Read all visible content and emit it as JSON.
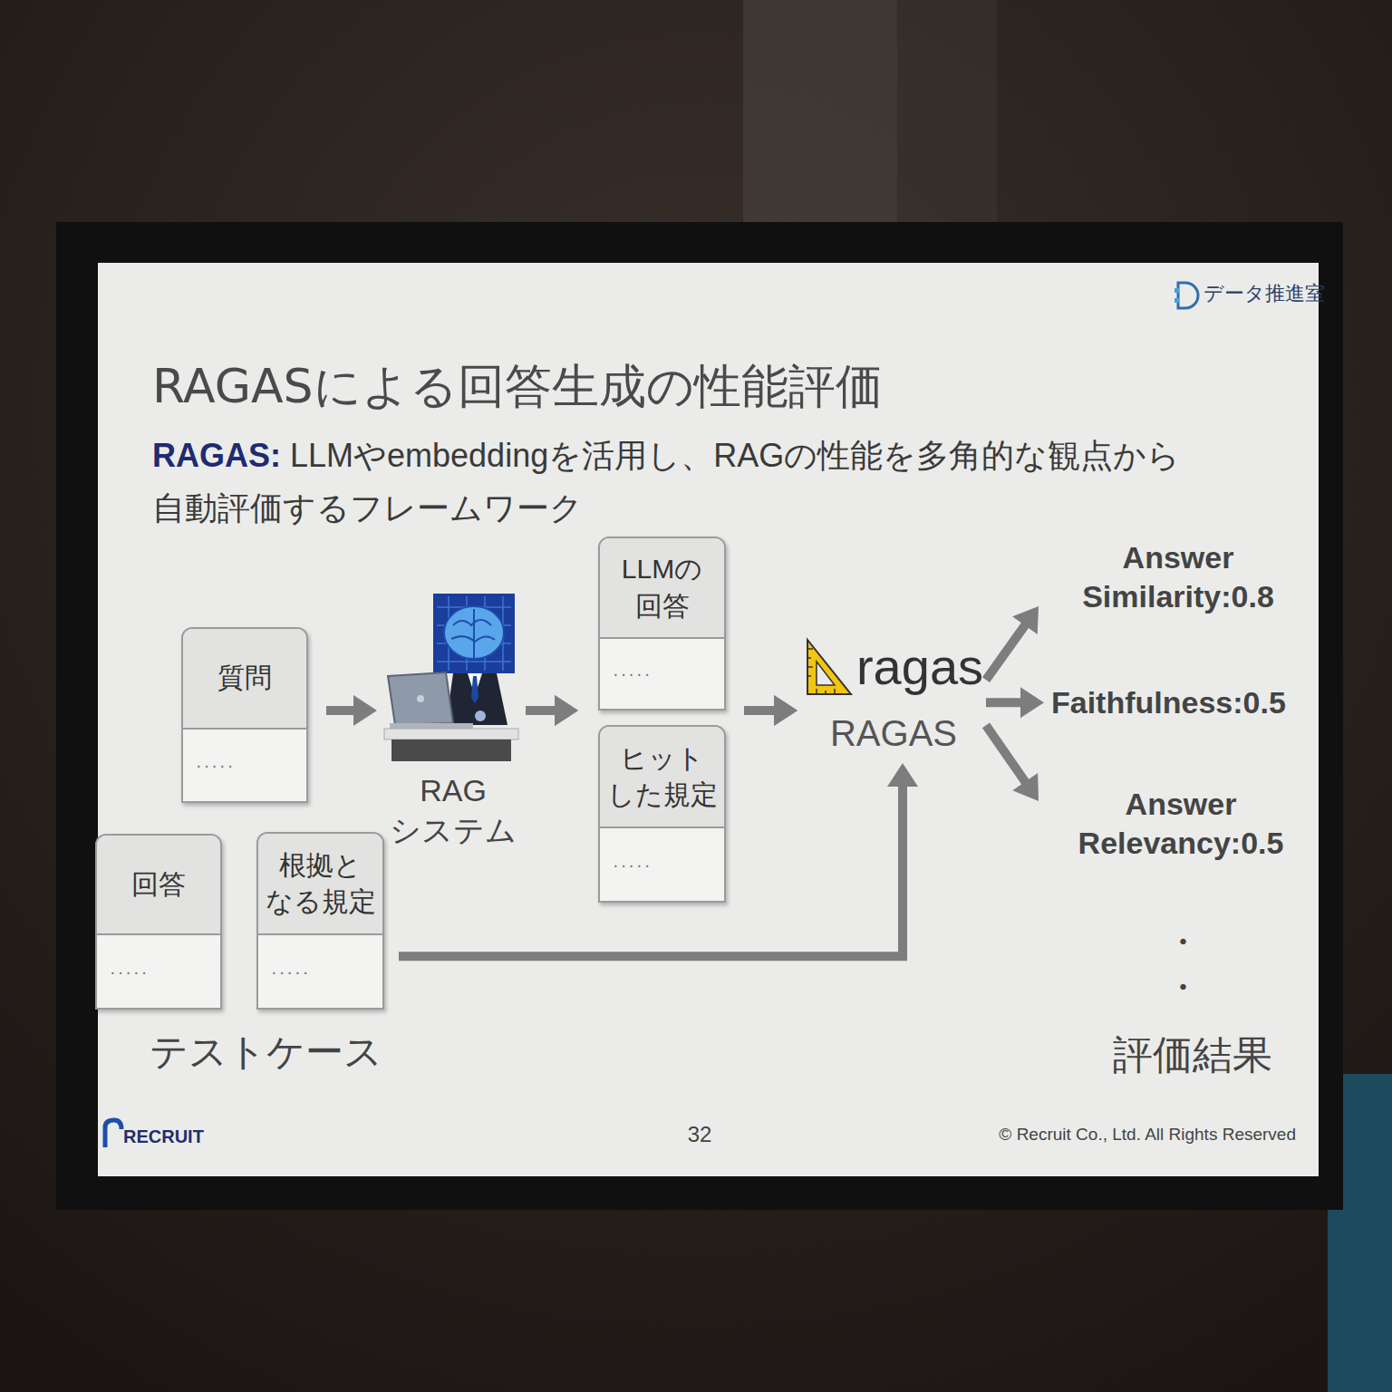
{
  "diagram": {
    "title": "RAGASによる回答生成の性能評価",
    "nodes": [
      {
        "text": [
          "質問",
          "·····"
        ]
      },
      {
        "text": [
          "RAG システム"
        ]
      },
      {
        "text": [
          "LLMの 回答",
          "·····"
        ]
      },
      {
        "text": [
          "ヒット した規定",
          "·····"
        ]
      },
      {
        "text": [
          "ragas",
          "RAGAS"
        ]
      },
      {
        "text": [
          "Answer Similarity:0.8"
        ]
      },
      {
        "text": [
          "Faithfulness:0.5"
        ]
      },
      {
        "text": [
          "Answer Relevancy:0.5"
        ]
      },
      {
        "text": [
          "回答",
          "·····"
        ]
      },
      {
        "text": [
          "根拠と なる規定",
          "·····"
        ]
      }
    ],
    "edges": [
      {
        "from": 0,
        "to": 1,
        "arrow": "to"
      },
      {
        "from": 1,
        "to": 2,
        "arrow": "to"
      },
      {
        "from": 1,
        "to": 3,
        "arrow": "to"
      },
      {
        "from": 2,
        "to": 4,
        "arrow": "to"
      },
      {
        "from": 3,
        "to": 4,
        "arrow": "to"
      },
      {
        "from": 9,
        "to": 4,
        "arrow": "to"
      },
      {
        "from": 4,
        "to": 5,
        "arrow": "to"
      },
      {
        "from": 4,
        "to": 6,
        "arrow": "to"
      },
      {
        "from": 4,
        "to": 7,
        "arrow": "to"
      }
    ],
    "labels": [
      "データ推進室",
      "RAGAS:",
      "LLMやembeddingを活用し、RAGの性能を多角的な観点から 自動評価するフレームワーク",
      "テストケース",
      "・",
      "・",
      "評価結果",
      "RECRUIT",
      "32",
      "© Recruit Co., Ltd. All Rights Reserved"
    ]
  }
}
